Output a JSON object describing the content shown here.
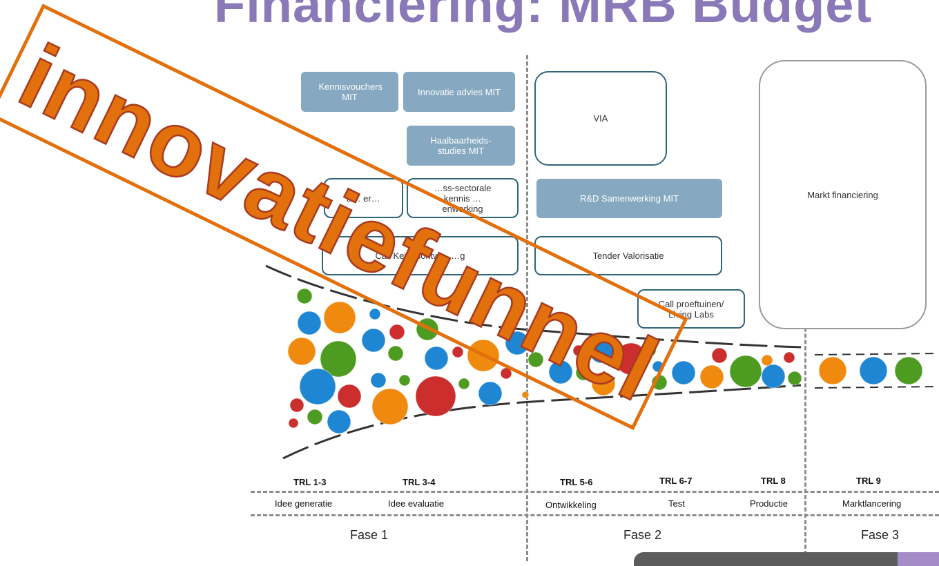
{
  "title": "Financiering: MRB Budget",
  "boxes": {
    "kennisvouchers": "Kennisvouchers MIT",
    "innovatie_advies": "Innovatie advies MIT",
    "haalbaarheid": "Haalbaarheids-studies MIT",
    "partial_left": "a… er…",
    "cross_sectorale": "…ss-sectorale kennis …enwerking",
    "call_kennis": "Call Kennisontw… …g",
    "via": "VIA",
    "rd_samenwerking": "R&D Samenwerking MIT",
    "tender": "Tender Valorisatie",
    "proeftuinen": "Call proeftuinen/ Living Labs",
    "markt": "Markt financiering"
  },
  "trl": {
    "t1": "TRL 1-3",
    "t2": "TRL 3-4",
    "t3": "TRL 5-6",
    "t4": "TRL 6-7",
    "t5": "TRL 8",
    "t6": "TRL 9"
  },
  "stages": {
    "s1": "Idee generatie",
    "s2": "Idee evaluatie",
    "s3": "Ontwikkeling",
    "s4": "Test",
    "s5": "Productie",
    "s6": "Marktlancering"
  },
  "phases": {
    "f1": "Fase 1",
    "f2": "Fase 2",
    "f3": "Fase 3"
  },
  "banner": {
    "text": "innovatiefunnel",
    "color": "#e2700c"
  },
  "colors": {
    "title": "#8a79b8",
    "filled_box": "#86a8c0",
    "outline": "#2e6577"
  }
}
